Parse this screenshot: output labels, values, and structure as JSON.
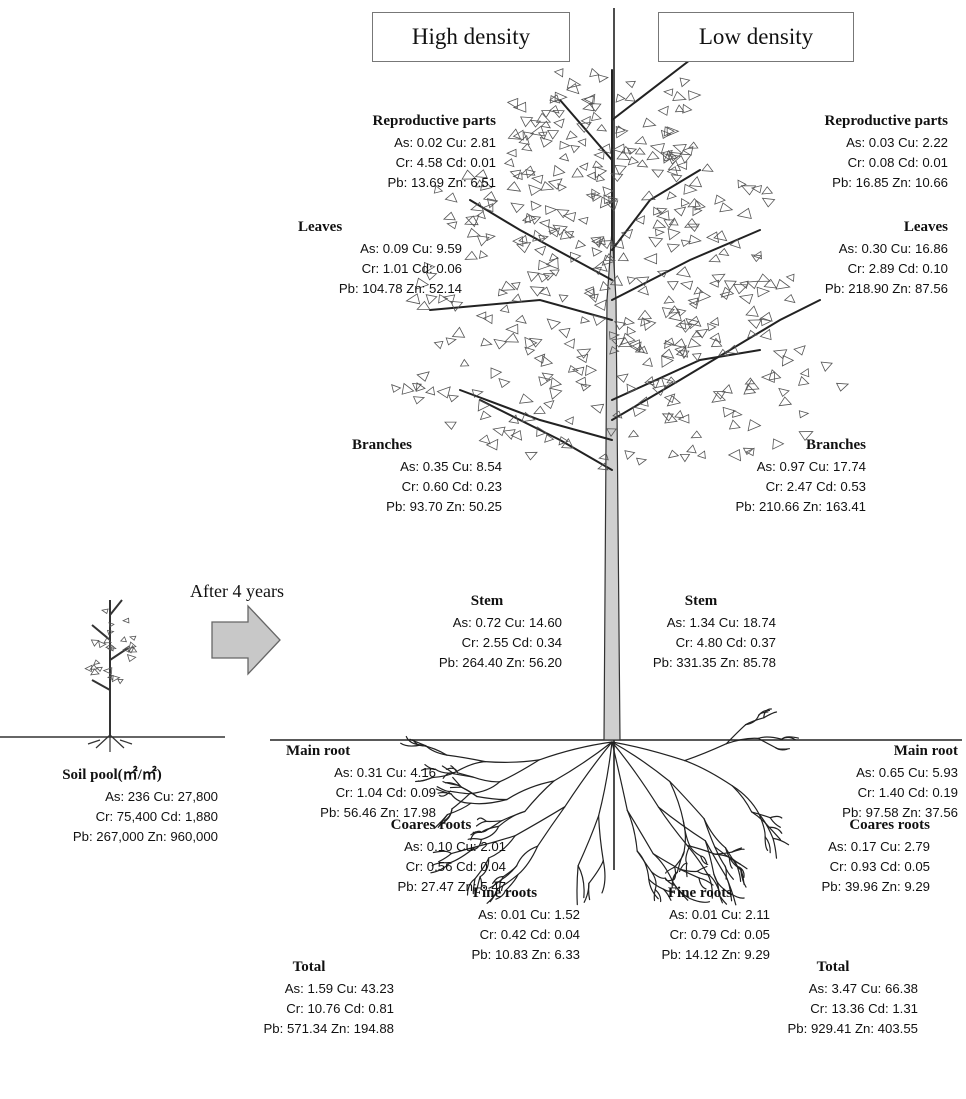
{
  "headers": {
    "high": "High density",
    "low": "Low density"
  },
  "after_label": "After 4 years",
  "soil": {
    "title": "Soil pool(㎡/㎡)",
    "rows": [
      "As:      236 Cu:   27,800",
      "Cr: 75,400 Cd:     1,880",
      "Pb: 267,000 Zn: 960,000"
    ]
  },
  "high": {
    "reproductive": {
      "title": "Reproductive parts",
      "rows": [
        "As:  0.02 Cu:  2.81",
        "Cr:  4.58 Cd:  0.01",
        "Pb: 13.69 Zn:  6.51"
      ]
    },
    "leaves": {
      "title": "Leaves",
      "rows": [
        "As:   0.09 Cu:  9.59",
        "Cr:   1.01 Cd:  0.06",
        "Pb: 104.78 Zn: 52.14"
      ]
    },
    "branches": {
      "title": "Branches",
      "rows": [
        "As:  0.35 Cu:  8.54",
        "Cr:  0.60 Cd:  0.23",
        "Pb: 93.70 Zn: 50.25"
      ]
    },
    "stem": {
      "title": "Stem",
      "rows": [
        "As:   0.72 Cu: 14.60",
        "Cr:   2.55 Cd:  0.34",
        "Pb: 264.40 Zn: 56.20"
      ]
    },
    "main_root": {
      "title": "Main root",
      "rows": [
        "As:  0.31 Cu:  4.16",
        "Cr:  1.04 Cd:  0.09",
        "Pb: 56.46 Zn: 17.98"
      ]
    },
    "coarse_roots": {
      "title": "Coares roots",
      "rows": [
        "As:  0.10 Cu:  2.01",
        "Cr:  0.56 Cd:  0.04",
        "Pb: 27.47 Zn:  5.47"
      ]
    },
    "fine_roots": {
      "title": "Fine roots",
      "rows": [
        "As:  0.01 Cu:  1.52",
        "Cr:  0.42 Cd:  0.04",
        "Pb: 10.83 Zn:  6.33"
      ]
    },
    "total": {
      "title": "Total",
      "rows": [
        "As:   1.59  Cu:  43.23",
        "Cr:  10.76  Cd:   0.81",
        "Pb: 571.34  Zn: 194.88"
      ]
    }
  },
  "low": {
    "reproductive": {
      "title": "Reproductive parts",
      "rows": [
        "As:  0.03 Cu:  2.22",
        "Cr:  0.08 Cd:  0.01",
        "Pb: 16.85 Zn: 10.66"
      ]
    },
    "leaves": {
      "title": "Leaves",
      "rows": [
        "As:   0.30 Cu: 16.86",
        "Cr:   2.89 Cd:  0.10",
        "Pb: 218.90 Zn: 87.56"
      ]
    },
    "branches": {
      "title": "Branches",
      "rows": [
        "As:   0.97 Cu:  17.74",
        "Cr:   2.47 Cd:   0.53",
        "Pb: 210.66 Zn: 163.41"
      ]
    },
    "stem": {
      "title": "Stem",
      "rows": [
        "As:   1.34 Cu: 18.74",
        "Cr:   4.80 Cd:  0.37",
        "Pb: 331.35 Zn: 85.78"
      ]
    },
    "main_root": {
      "title": "Main root",
      "rows": [
        "As:  0.65 Cu:  5.93",
        "Cr:  1.40 Cd:  0.19",
        "Pb: 97.58 Zn: 37.56"
      ]
    },
    "coarse_roots": {
      "title": "Coares roots",
      "rows": [
        "As:  0.17 Cu: 2.79",
        "Cr:  0.93 Cd: 0.05",
        "Pb: 39.96 Zn: 9.29"
      ]
    },
    "fine_roots": {
      "title": "Fine roots",
      "rows": [
        "As:  0.01 Cu: 2.11",
        "Cr:  0.79 Cd: 0.05",
        "Pb: 14.12 Zn: 9.29"
      ]
    },
    "total": {
      "title": "Total",
      "rows": [
        "As:   3.47  Cu:  66.38",
        "Cr:  13.36  Cd:   1.31",
        "Pb: 929.41  Zn: 403.55"
      ]
    }
  }
}
